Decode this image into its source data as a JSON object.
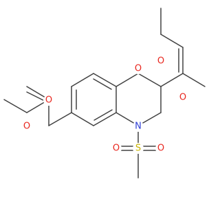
{
  "colors": {
    "bond": "#404040",
    "oxygen": "#e8261e",
    "nitrogen": "#2f3fd6",
    "sulfur": "#c8b400"
  },
  "atoms": {
    "O_ring": "O",
    "N_ring": "N",
    "O_ester_carbonyl": "O",
    "O_ester_ether": "O",
    "O_methyl_ester_carbonyl": "O",
    "O_methyl_ester_ether": "O",
    "S": "S",
    "O_sulfonyl_left": "O",
    "O_sulfonyl_right": "O"
  }
}
